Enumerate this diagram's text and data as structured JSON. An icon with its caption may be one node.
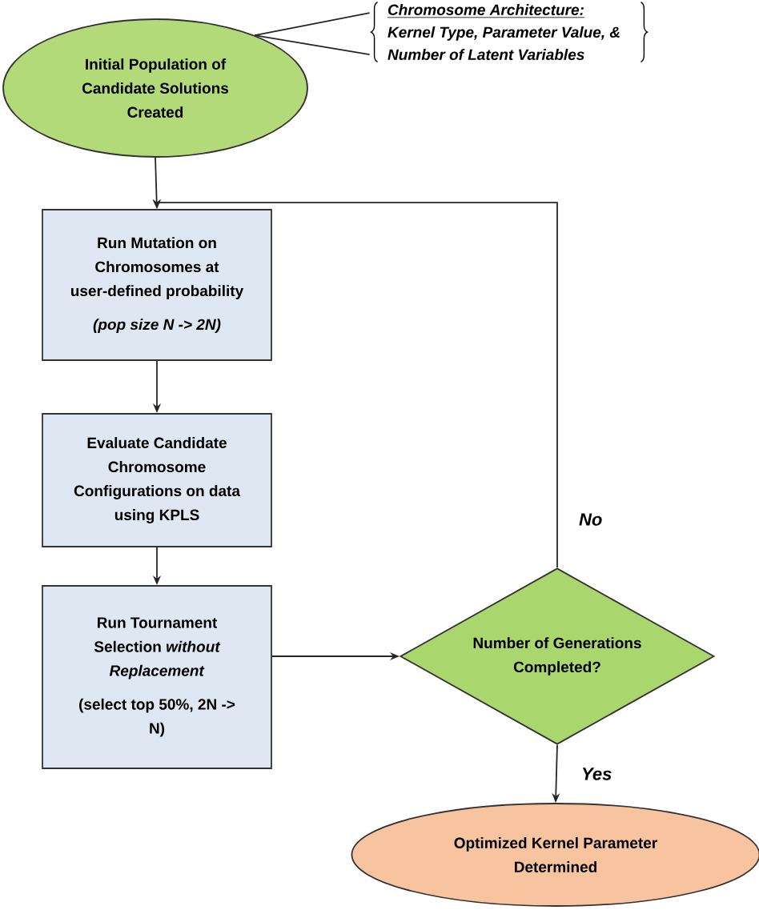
{
  "diagram": {
    "nodes": [
      {
        "text": [
          "Initial Population of Candidate Solutions Created"
        ]
      },
      {
        "text": [
          "Chromosome Architecture:",
          "Kernel Type, Parameter Value, & Number of Latent Variables"
        ]
      },
      {
        "text": [
          "Run Mutation on Chromosomes at user-defined probability",
          "(pop size N -> 2N)"
        ]
      },
      {
        "text": [
          "Evaluate Candidate Chromosome Configurations on data using KPLS"
        ]
      },
      {
        "text": [
          "Run Tournament Selection *without Replacement*",
          "(select top 50%, 2N -> N)"
        ]
      },
      {
        "text": [
          "Number of Generations Completed?"
        ]
      },
      {
        "text": [
          "Optimized Kernel Parameter Determined"
        ]
      }
    ],
    "edges": [
      {
        "from": 1,
        "to": 0,
        "arrow": "none"
      },
      {
        "from": 1,
        "to": 0,
        "arrow": "none"
      },
      {
        "from": 0,
        "to": 2,
        "arrow": "to"
      },
      {
        "from": 2,
        "to": 3,
        "arrow": "to"
      },
      {
        "from": 3,
        "to": 4,
        "arrow": "to"
      },
      {
        "from": 4,
        "to": 5,
        "arrow": "to"
      },
      {
        "from": 5,
        "to": 6,
        "arrow": "to",
        "label": "Yes"
      },
      {
        "from": 5,
        "to": 2,
        "arrow": "to",
        "label": "No"
      }
    ]
  }
}
